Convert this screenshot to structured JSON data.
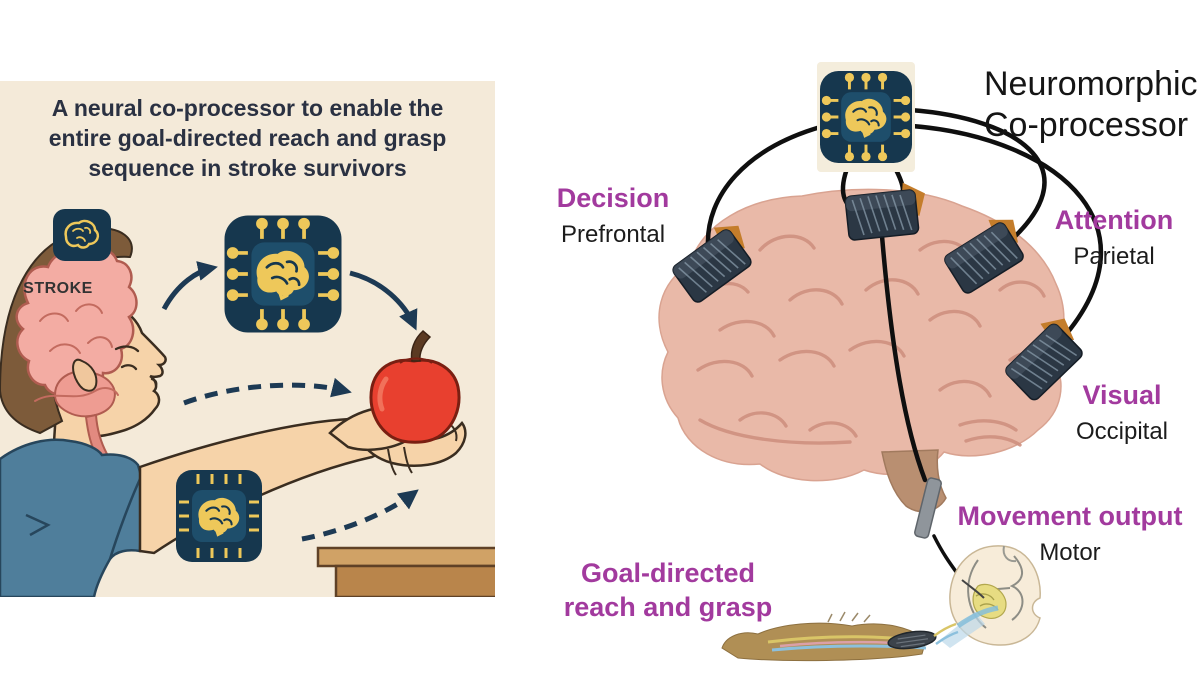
{
  "left_panel": {
    "background_color": "#f4ead9",
    "title_color": "#2a3142",
    "title_lines": [
      "A neural co-processor to enable the",
      "entire goal-directed reach and grasp",
      "sequence in stroke survivors"
    ],
    "brain_label": "STROKE"
  },
  "right_panel": {
    "accent_color": "#a23a9e",
    "text_color": "#1c1c1c",
    "device_label": {
      "line1": "Neuromorphic",
      "line2": "Co-processor"
    },
    "regions": {
      "decision": {
        "function": "Decision",
        "area": "Prefrontal"
      },
      "attention": {
        "function": "Attention",
        "area": "Parietal"
      },
      "visual": {
        "function": "Visual",
        "area": "Occipital"
      },
      "movement": {
        "function": "Movement output",
        "area": "Motor"
      }
    },
    "outcome_label": {
      "line1": "Goal-directed",
      "line2": "reach and grasp"
    }
  }
}
